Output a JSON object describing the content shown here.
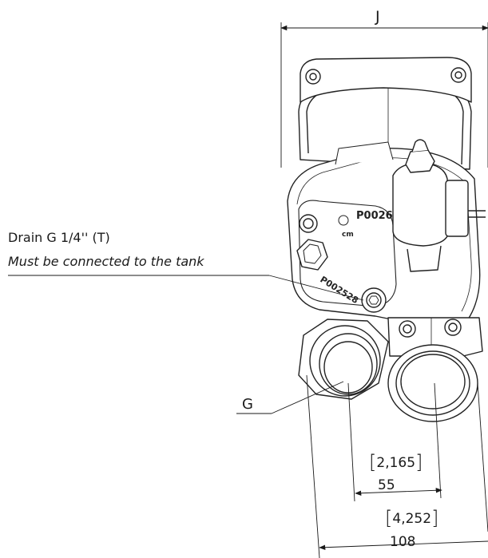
{
  "callouts": {
    "drain_label": "Drain G 1/4'' (T)",
    "drain_note": "Must be connected to the tank",
    "g_label": "G",
    "j_label": "J"
  },
  "markings": {
    "code_top": "P0026",
    "code_side": "P002528",
    "brand": "cm"
  },
  "dimensions": {
    "inner_spacing_in": "2,165",
    "inner_spacing_mm": "55",
    "outer_spacing_in": "4,252",
    "outer_spacing_mm": "108"
  },
  "brackets": {
    "open": "[",
    "close": "]"
  }
}
